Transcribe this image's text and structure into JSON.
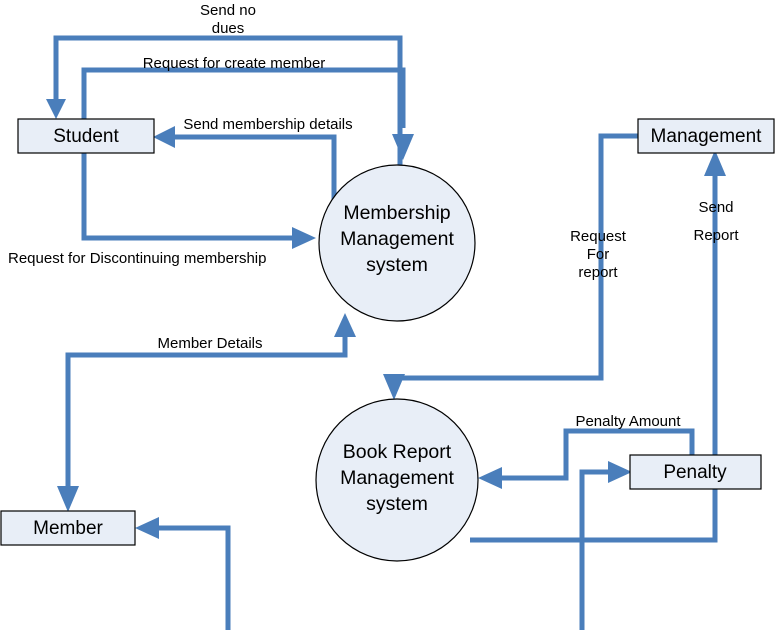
{
  "diagram": {
    "title": "Library Management Data Flow Diagram",
    "type": "data-flow-diagram",
    "colors": {
      "flow_stroke": "#4A7EBB",
      "node_fill": "#E8EEF7",
      "node_stroke": "#000000",
      "background": "#FFFFFF",
      "text": "#000000"
    },
    "entities": [
      {
        "id": "student",
        "label": "Student",
        "shape": "rectangle"
      },
      {
        "id": "management",
        "label": "Management",
        "shape": "rectangle"
      },
      {
        "id": "member",
        "label": "Member",
        "shape": "rectangle"
      },
      {
        "id": "penalty",
        "label": "Penalty",
        "shape": "rectangle"
      }
    ],
    "processes": [
      {
        "id": "membership_mgmt",
        "shape": "circle",
        "line1": "Membership",
        "line2": "Management",
        "line3": "system"
      },
      {
        "id": "book_report_mgmt",
        "shape": "circle",
        "line1": "Book Report",
        "line2": "Management",
        "line3": "system"
      }
    ],
    "flows": [
      {
        "id": "send-no-dues",
        "line1": "Send no",
        "line2": "dues",
        "from": "membership_mgmt",
        "to": "student"
      },
      {
        "id": "request-for-create-member",
        "label": "Request for create member",
        "from": "membership_mgmt",
        "to": "student"
      },
      {
        "id": "send-membership-details",
        "label": "Send membership details",
        "from": "membership_mgmt",
        "to": "student"
      },
      {
        "id": "request-for-discontinuing-membership",
        "label": "Request for Discontinuing membership",
        "from": "student",
        "to": "membership_mgmt"
      },
      {
        "id": "member-details",
        "label": "Member Details",
        "from": "member",
        "to": "membership_mgmt"
      },
      {
        "id": "request-for-report",
        "line1": "Request",
        "line2": "For",
        "line3": "report",
        "from": "management",
        "to": "book_report_mgmt"
      },
      {
        "id": "send-report",
        "line1": "Send",
        "line2": "Report",
        "from": "book_report_mgmt",
        "to": "management"
      },
      {
        "id": "penalty-amount",
        "label": "Penalty Amount",
        "from": "penalty",
        "to": "book_report_mgmt"
      }
    ]
  }
}
